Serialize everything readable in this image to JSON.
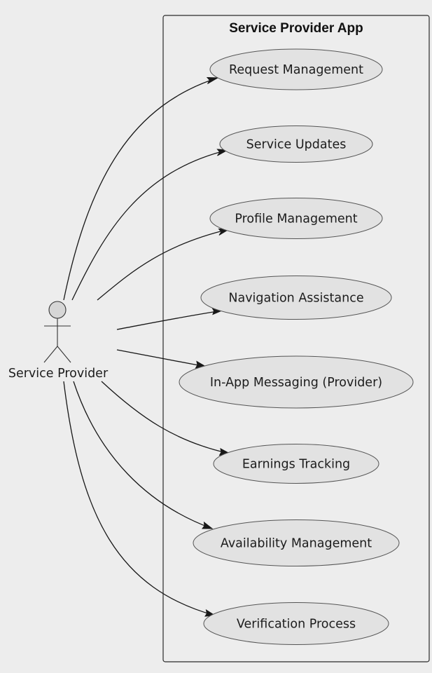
{
  "system": {
    "title": "Service Provider App"
  },
  "actor": {
    "label": "Service Provider"
  },
  "use_cases": [
    {
      "label": "Request Management"
    },
    {
      "label": "Service Updates"
    },
    {
      "label": "Profile Management"
    },
    {
      "label": "Navigation Assistance"
    },
    {
      "label": "In-App Messaging (Provider)"
    },
    {
      "label": "Earnings Tracking"
    },
    {
      "label": "Availability Management"
    },
    {
      "label": "Verification Process"
    }
  ],
  "associations": [
    {
      "from": "Service Provider",
      "to": "Request Management"
    },
    {
      "from": "Service Provider",
      "to": "Service Updates"
    },
    {
      "from": "Service Provider",
      "to": "Profile Management"
    },
    {
      "from": "Service Provider",
      "to": "Navigation Assistance"
    },
    {
      "from": "Service Provider",
      "to": "In-App Messaging (Provider)"
    },
    {
      "from": "Service Provider",
      "to": "Earnings Tracking"
    },
    {
      "from": "Service Provider",
      "to": "Availability Management"
    },
    {
      "from": "Service Provider",
      "to": "Verification Process"
    }
  ],
  "colors": {
    "background": "#ededed",
    "usecase_fill": "#e2e2e2",
    "line": "#181818"
  }
}
